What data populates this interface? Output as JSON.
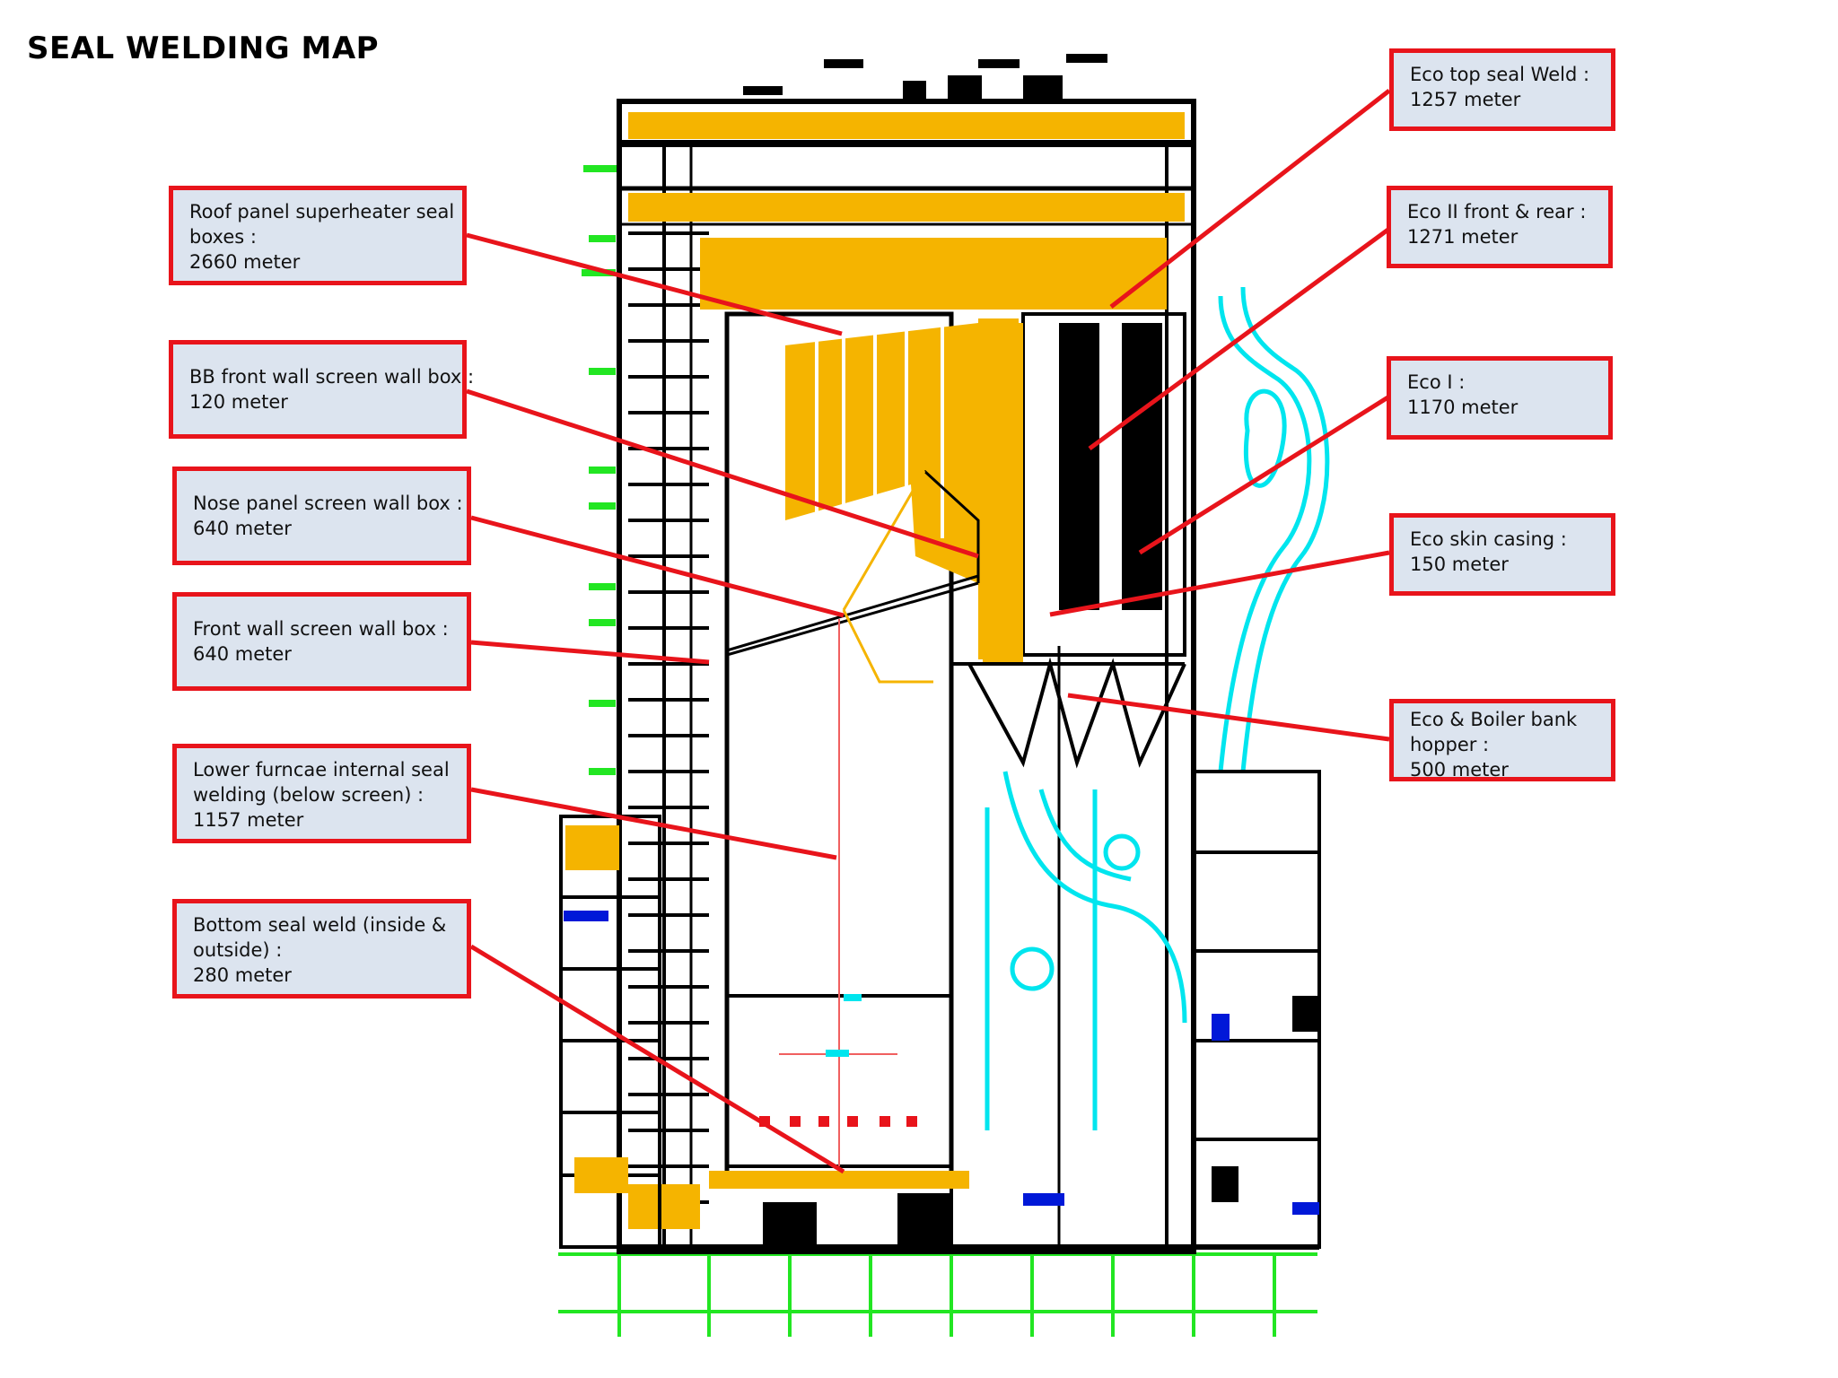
{
  "title": "SEAL WELDING MAP",
  "callouts": [
    {
      "id": "roof",
      "lines": [
        "Roof panel superheater seal",
        "boxes :",
        "2660 meter"
      ]
    },
    {
      "id": "bb-front",
      "lines": [
        "BB front wall screen wall box :",
        "120 meter"
      ]
    },
    {
      "id": "nose",
      "lines": [
        "Nose panel screen wall box :",
        "640 meter"
      ]
    },
    {
      "id": "front-wall",
      "lines": [
        "Front wall screen wall box :",
        "640 meter"
      ]
    },
    {
      "id": "lower-furnace",
      "lines": [
        "Lower furncae internal seal",
        "welding (below screen) :",
        "1157 meter"
      ]
    },
    {
      "id": "bottom",
      "lines": [
        "Bottom seal weld (inside &",
        "outside) :",
        "280 meter"
      ]
    },
    {
      "id": "eco-top",
      "lines": [
        "Eco top seal Weld :",
        "1257 meter"
      ]
    },
    {
      "id": "eco-ii",
      "lines": [
        "Eco II front & rear :",
        "1271 meter"
      ]
    },
    {
      "id": "eco-i",
      "lines": [
        "Eco I  :",
        "1170 meter"
      ]
    },
    {
      "id": "eco-skin",
      "lines": [
        "Eco skin casing :",
        "150 meter"
      ]
    },
    {
      "id": "eco-hopper",
      "lines": [
        "Eco & Boiler bank",
        "hopper :",
        "500 meter"
      ]
    }
  ],
  "colors": {
    "callout_border": "#e8141b",
    "callout_fill": "#dce4ef",
    "leader": "#e8141b",
    "structure": "#000000",
    "insulation": "#f5b400",
    "ducting": "#00e5ee",
    "grid": "#22e622",
    "equipment": "#0018d8"
  }
}
